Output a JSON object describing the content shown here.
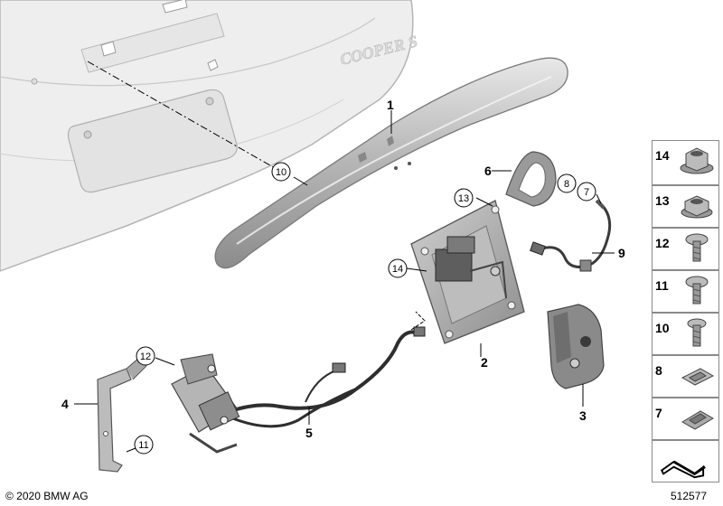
{
  "callouts": {
    "p1": "1",
    "p2": "2",
    "p3": "3",
    "p4": "4",
    "p5": "5",
    "p6": "6",
    "p7": "7",
    "p8": "8",
    "p9": "9",
    "p10": "10",
    "p11": "11",
    "p12": "12",
    "p13": "13",
    "p14": "14"
  },
  "background_text": "COOPER S",
  "legend": [
    "14",
    "13",
    "12",
    "11",
    "10",
    "8",
    "7"
  ],
  "footer": {
    "copyright": "© 2020 BMW AG",
    "diagram_id": "512577"
  },
  "colors": {
    "part_gray": "#a9a9a9",
    "part_dark": "#6a6a6a",
    "outline": "#3a3a3a",
    "tailgate": "#eeeeee"
  }
}
